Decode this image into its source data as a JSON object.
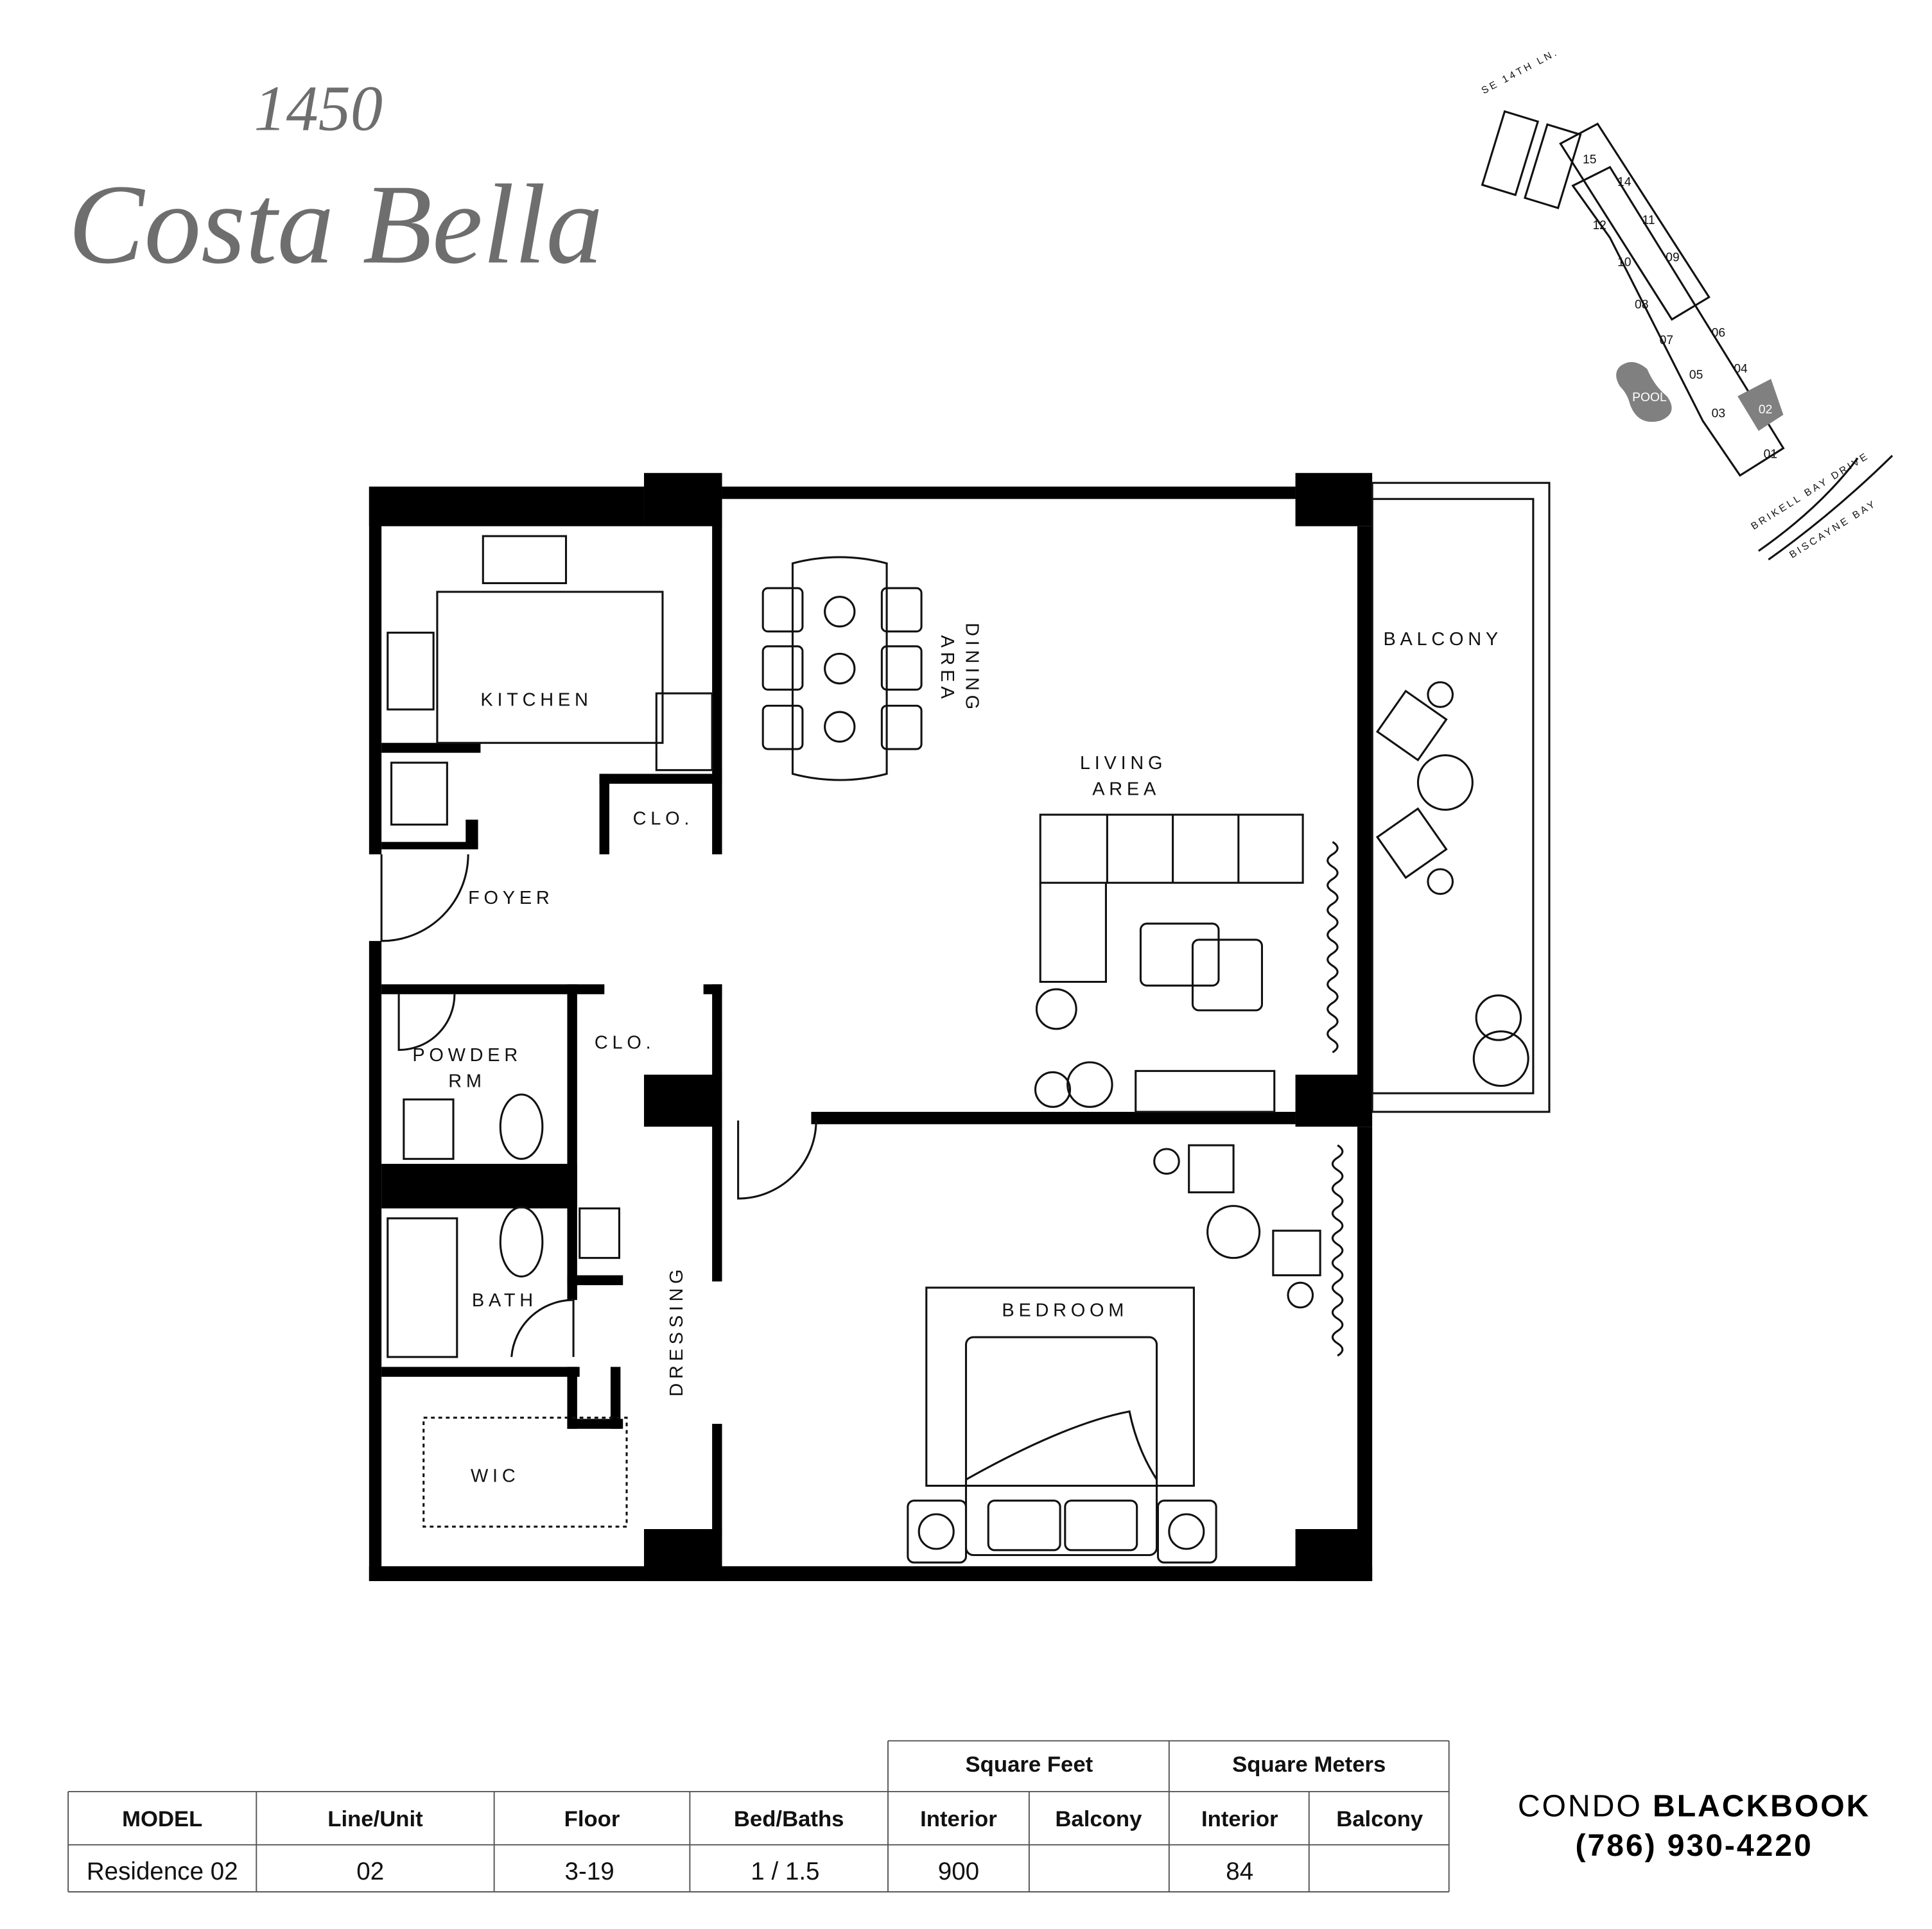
{
  "title": {
    "number": "1450",
    "name": "Costa Bella"
  },
  "rooms": {
    "kitchen": "KITCHEN",
    "dining_1": "DINING",
    "dining_2": "AREA",
    "living_1": "LIVING",
    "living_2": "AREA",
    "balcony": "BALCONY",
    "closet_1": "CLO.",
    "closet_2": "CLO.",
    "foyer": "FOYER",
    "powder_1": "POWDER",
    "powder_2": "RM",
    "bath": "BATH",
    "dressing": "DRESSING",
    "bedroom": "BEDROOM",
    "wic": "WIC"
  },
  "site_plan": {
    "streets": [
      "SE 14TH LN.",
      "BRIKELL BAY DRIVE",
      "BISCAYNE BAY"
    ],
    "pool": "POOL",
    "units": [
      "15",
      "14",
      "12",
      "11",
      "10",
      "09",
      "08",
      "07",
      "06",
      "05",
      "04",
      "03",
      "02",
      "01"
    ],
    "highlighted_unit": "02",
    "highlight_color": "#808080"
  },
  "table": {
    "group_headers": [
      "Square Feet",
      "Square Meters"
    ],
    "headers": [
      "MODEL",
      "Line/Unit",
      "Floor",
      "Bed/Baths",
      "Interior",
      "Balcony",
      "Interior",
      "Balcony"
    ],
    "row": [
      "Residence 02",
      "02",
      "3-19",
      "1 / 1.5",
      "900",
      "",
      "84",
      ""
    ]
  },
  "brand": {
    "name_light": "CONDO ",
    "name_bold": "BLACKBOOK",
    "phone": "(786) 930-4220"
  }
}
